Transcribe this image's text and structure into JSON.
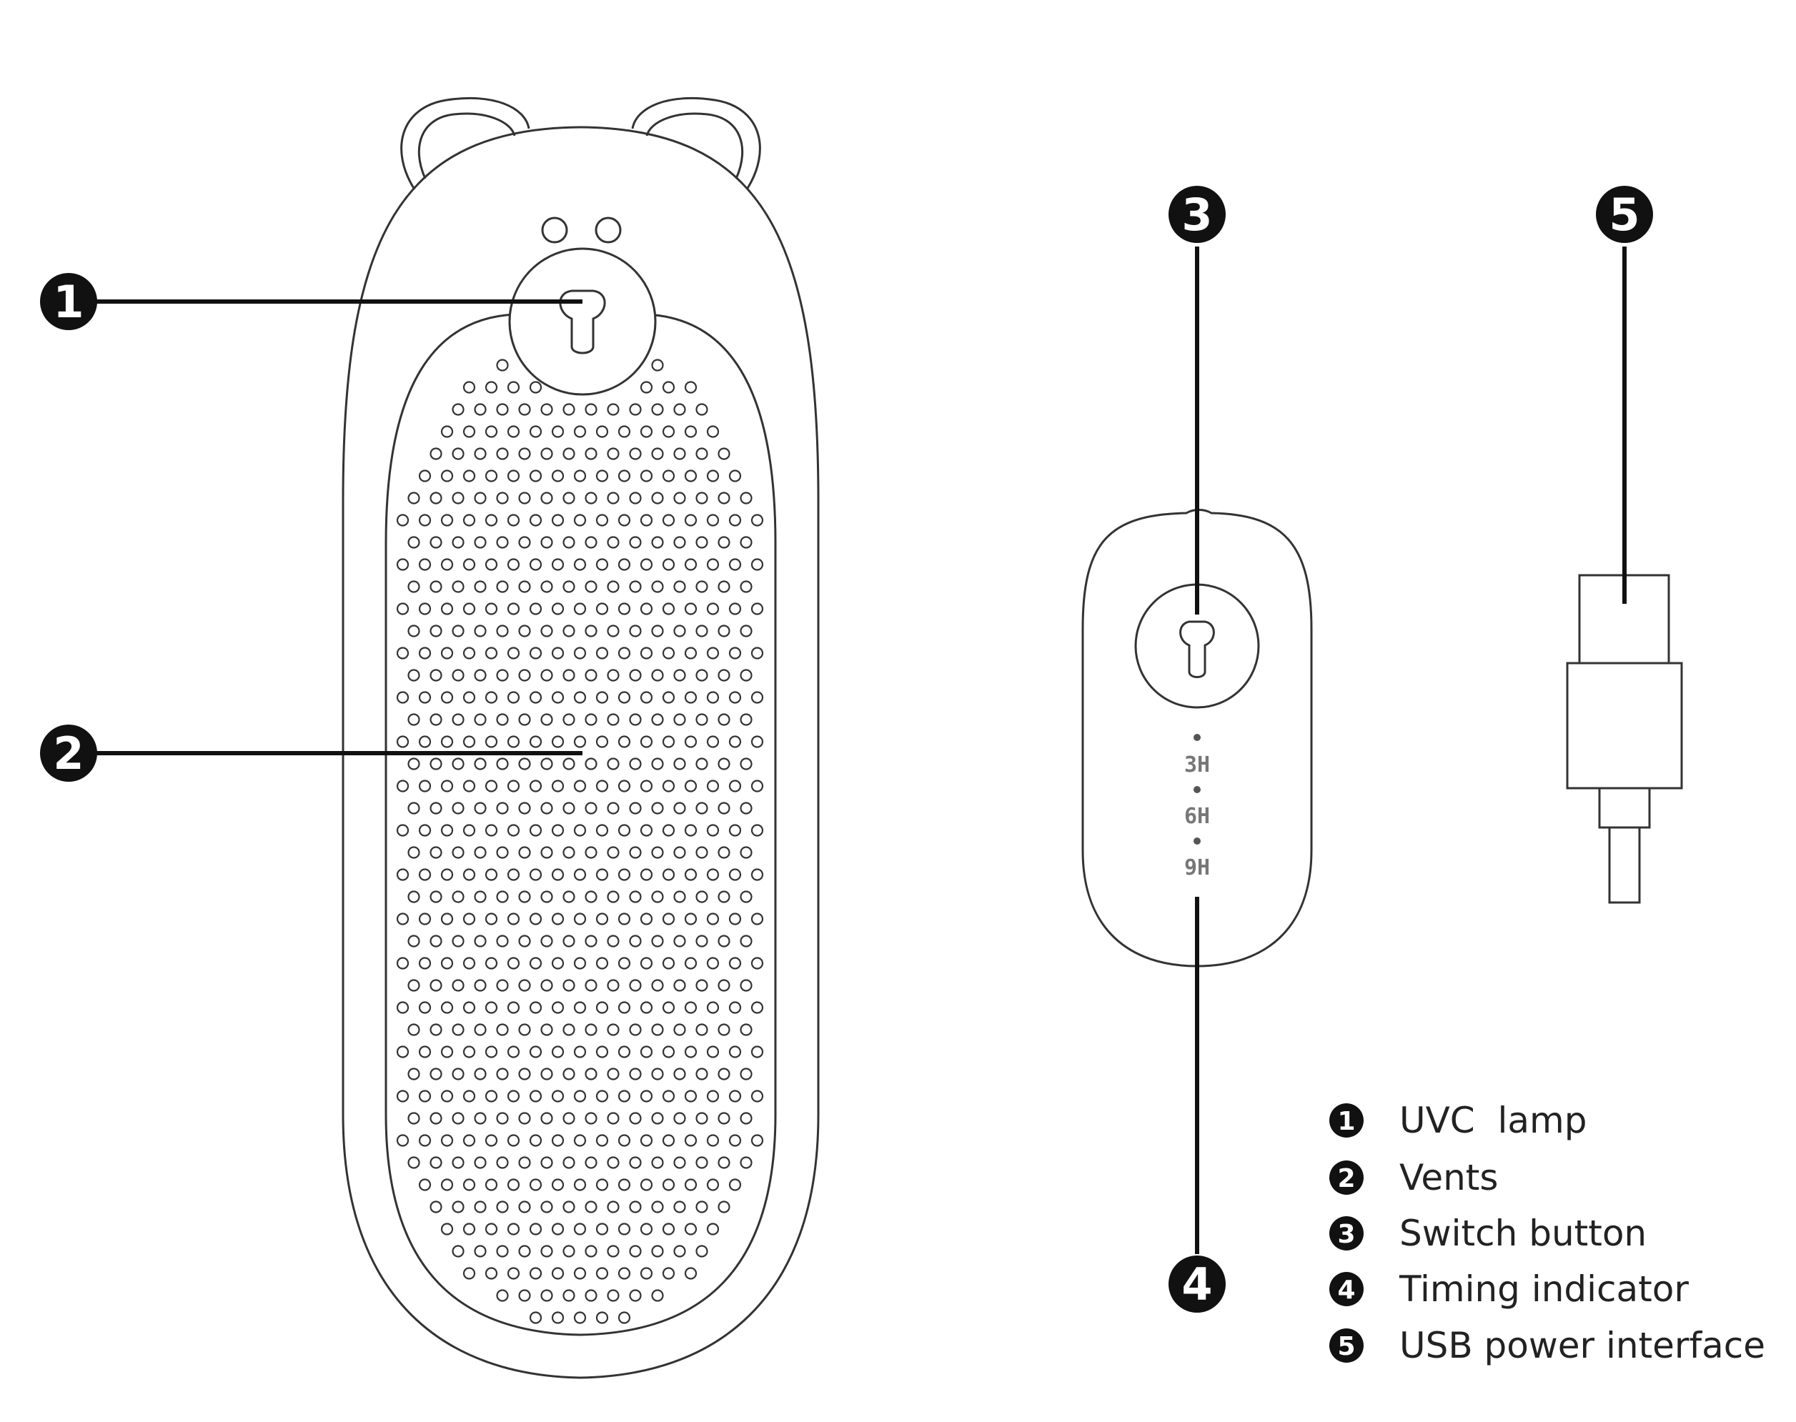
{
  "callouts": [
    {
      "number": "1",
      "part": "uvc-lamp"
    },
    {
      "number": "2",
      "part": "vents"
    },
    {
      "number": "3",
      "part": "switch-button"
    },
    {
      "number": "4",
      "part": "timing-indicator"
    },
    {
      "number": "5",
      "part": "usb-power-interface"
    }
  ],
  "timer_labels": [
    "3H",
    "6H",
    "9H"
  ],
  "legend": [
    {
      "number": "1",
      "label": "UVC  lamp"
    },
    {
      "number": "2",
      "label": "Vents"
    },
    {
      "number": "3",
      "label": "Switch button"
    },
    {
      "number": "4",
      "label": "Timing indicator"
    },
    {
      "number": "5",
      "label": "USB power interface"
    }
  ],
  "colors": {
    "line": "#333333",
    "callout_fill": "#111111",
    "background": "#ffffff"
  }
}
